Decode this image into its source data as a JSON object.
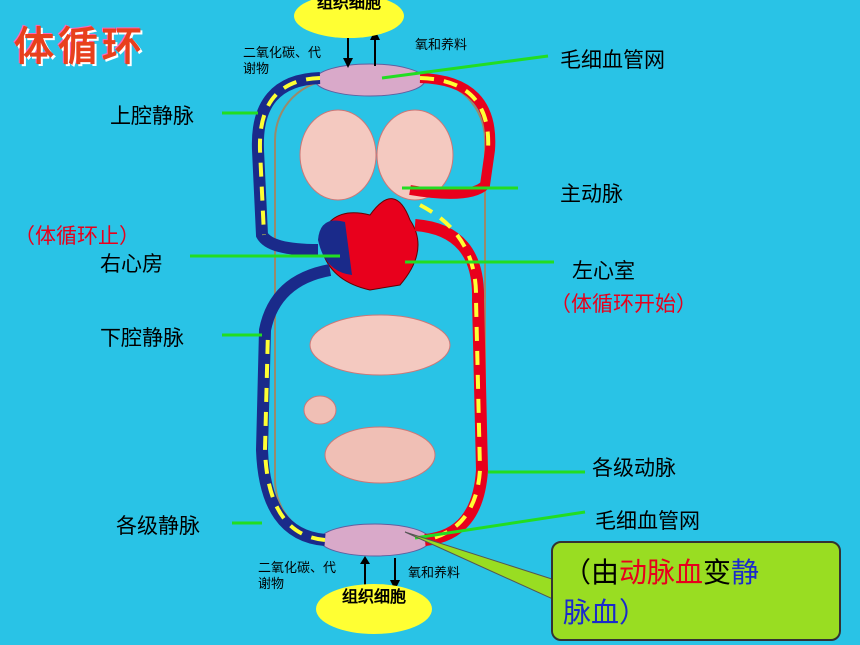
{
  "title": "体循环",
  "cells_top": "组织细胞",
  "cells_bottom": "组织细胞",
  "exchange_top": {
    "left": "二氧化碳、代谢物",
    "right": "氧和养料"
  },
  "exchange_bottom": {
    "left": "二氧化碳、代谢物",
    "right": "氧和养料"
  },
  "labels": {
    "capillary_top": "毛细血管网",
    "svc": "上腔静脉",
    "aorta": "主动脉",
    "end_note": "（体循环止）",
    "right_atrium": "右心房",
    "left_ventricle": "左心室",
    "start_note": "（体循环开始）",
    "ivc": "下腔静脉",
    "arteries": "各级动脉",
    "veins": "各级静脉",
    "capillary_bottom": "毛细血管网"
  },
  "callout": {
    "p1": "（由",
    "p2": "动脉血",
    "p3": "变",
    "p4": "静",
    "p5": "脉血）"
  },
  "colors": {
    "background": "#29c3e6",
    "artery": "#e8001c",
    "vein": "#1a2a8a",
    "pointer": "#22dd22",
    "cells": "#ffff33",
    "callout": "#99dd22"
  }
}
